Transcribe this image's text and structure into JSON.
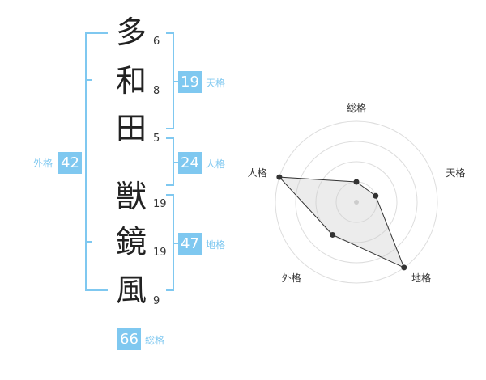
{
  "name": {
    "characters": [
      {
        "char": "多",
        "strokes": "6"
      },
      {
        "char": "和",
        "strokes": "8"
      },
      {
        "char": "田",
        "strokes": "5"
      },
      {
        "char": "獣",
        "strokes": "19"
      },
      {
        "char": "鏡",
        "strokes": "19"
      },
      {
        "char": "風",
        "strokes": "9"
      }
    ]
  },
  "fortunes": {
    "tenkaku": {
      "label": "天格",
      "value": "19"
    },
    "jinkaku": {
      "label": "人格",
      "value": "24"
    },
    "chikaku": {
      "label": "地格",
      "value": "47"
    },
    "gaikaku": {
      "label": "外格",
      "value": "42"
    },
    "soukaku": {
      "label": "総格",
      "value": "66"
    }
  },
  "colors": {
    "accent": "#7fc8f0",
    "text": "#333333",
    "grid": "#dddddd"
  },
  "chart_data": {
    "type": "radar",
    "axes": [
      "総格",
      "天格",
      "地格",
      "外格",
      "人格"
    ],
    "values": [
      1,
      1,
      4,
      2,
      4
    ],
    "scale_max": 4,
    "rings": 4
  }
}
